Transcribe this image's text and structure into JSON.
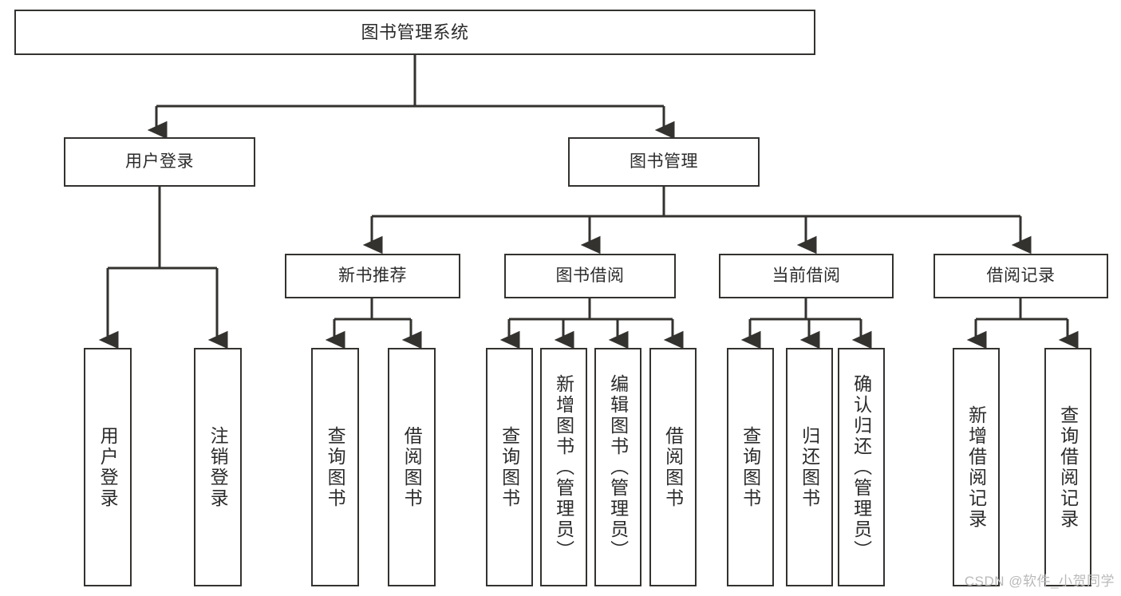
{
  "diagram": {
    "type": "tree",
    "title_node": "图书管理系统",
    "watermark": "CSDN @软件_小贺同学",
    "colors": {
      "background": "#ffffff",
      "box_border": "#33322f",
      "connector": "#33322f",
      "text": "#2b2b2b",
      "watermark": "#b9b9b9"
    },
    "nodes": {
      "root": {
        "label": "图书管理系统"
      },
      "level2": [
        {
          "id": "user-login",
          "label": "用户登录"
        },
        {
          "id": "book-management",
          "label": "图书管理"
        }
      ],
      "level3": [
        {
          "id": "new-book-recommend",
          "label": "新书推荐"
        },
        {
          "id": "book-borrow",
          "label": "图书借阅"
        },
        {
          "id": "current-borrow",
          "label": "当前借阅"
        },
        {
          "id": "borrow-record",
          "label": "借阅记录"
        }
      ],
      "leaves": {
        "user-login": [
          {
            "id": "leaf-user-login",
            "label": "用户登录"
          },
          {
            "id": "leaf-logout-login",
            "label": "注销登录"
          }
        ],
        "new-book-recommend": [
          {
            "id": "leaf-query-book-1",
            "label": "查询图书"
          },
          {
            "id": "leaf-borrow-book-1",
            "label": "借阅图书"
          }
        ],
        "book-borrow": [
          {
            "id": "leaf-query-book-2",
            "label": "查询图书"
          },
          {
            "id": "leaf-add-book-admin",
            "label": "新增图书（管理员）"
          },
          {
            "id": "leaf-edit-book-admin",
            "label": "编辑图书（管理员）"
          },
          {
            "id": "leaf-borrow-book-2",
            "label": "借阅图书"
          }
        ],
        "current-borrow": [
          {
            "id": "leaf-query-book-3",
            "label": "查询图书"
          },
          {
            "id": "leaf-return-book",
            "label": "归还图书"
          },
          {
            "id": "leaf-confirm-return-admin",
            "label": "确认归还（管理员）"
          }
        ],
        "borrow-record": [
          {
            "id": "leaf-add-borrow-record",
            "label": "新增借阅记录"
          },
          {
            "id": "leaf-query-borrow-record",
            "label": "查询借阅记录"
          }
        ]
      }
    }
  }
}
